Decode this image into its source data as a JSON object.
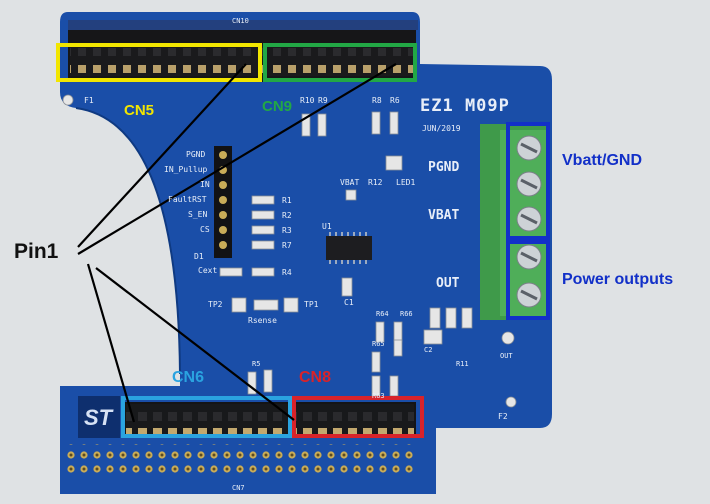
{
  "board": {
    "name": "EZ1 M09P",
    "date": "JUN/2019",
    "connector_top_silk": "CN10",
    "connector_bottom_silk": "CN7",
    "fiducials": [
      "F1",
      "F2"
    ],
    "pins": [
      "PGND",
      "IN_Pullup",
      "IN",
      "FaultRST",
      "S_EN",
      "CS",
      "D1",
      "Cext"
    ],
    "resistors": [
      "R1",
      "R2",
      "R3",
      "R7",
      "R4"
    ],
    "top_res": [
      "R10",
      "R9",
      "R8",
      "R6"
    ],
    "misc": [
      "VBAT",
      "R12",
      "LED1",
      "U1",
      "C1",
      "TP2",
      "TP1",
      "Rsense",
      "R64",
      "R66",
      "R65",
      "C2",
      "R11",
      "R5",
      "R63",
      "OUT"
    ],
    "terminal_labels": [
      "PGND",
      "VBAT",
      "OUT"
    ],
    "colors": {
      "pcb": "#1a4ea8",
      "terminal": "#3f9a4a"
    }
  },
  "annotations": {
    "pin1": "Pin1",
    "cn5": "CN5",
    "cn9": "CN9",
    "cn6": "CN6",
    "cn8": "CN8",
    "vbatt_gnd": "Vbatt/GND",
    "power_outputs": "Power outputs",
    "colors": {
      "cn5": "#f2e600",
      "cn9": "#22a845",
      "cn6": "#2aa3e0",
      "cn8": "#d8232a",
      "terminal_box": "#1230c8"
    }
  }
}
